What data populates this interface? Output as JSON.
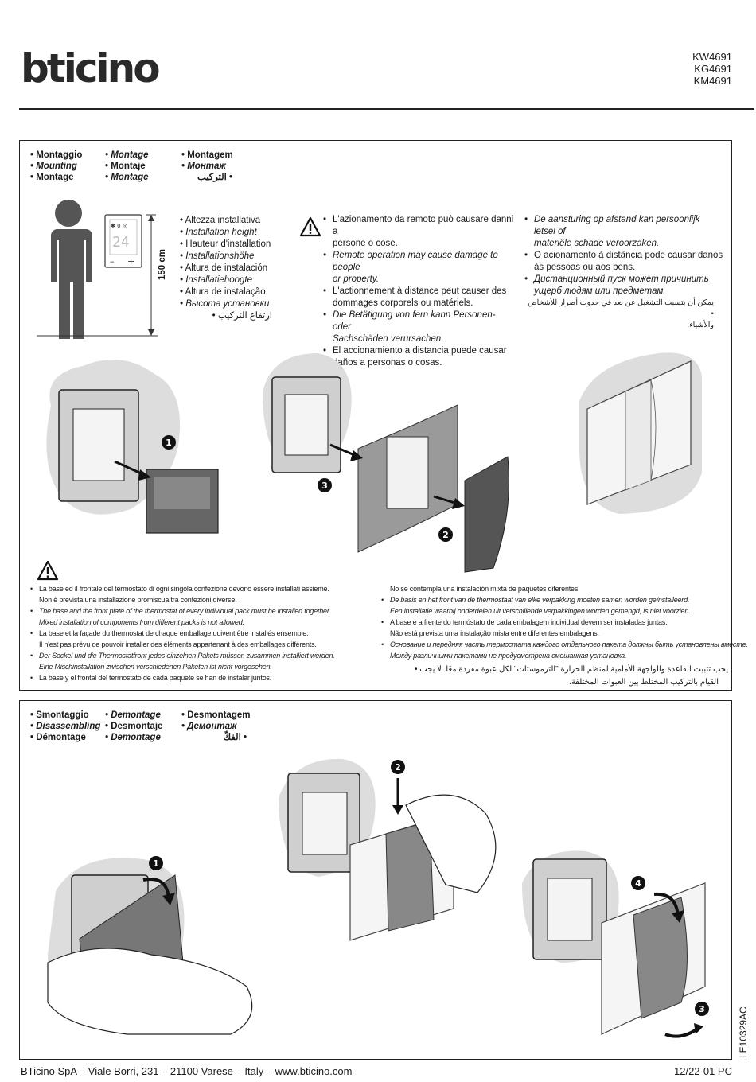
{
  "brand": {
    "logo": "bticino"
  },
  "product_codes": [
    "KW4691",
    "KG4691",
    "KM4691"
  ],
  "mounting": {
    "titles": {
      "col1": [
        "• Montaggio",
        "• Mounting",
        "• Montage"
      ],
      "col2": [
        "• Montage",
        "• Montaje",
        "• Montage"
      ],
      "col3": [
        "• Montagem",
        "• Монтаж",
        "• التركيب"
      ]
    },
    "height_label": "150 cm",
    "height_list": [
      "Altezza installativa",
      "Installation height",
      "Hauteur d'installation",
      "Installationshöhe",
      "Altura de instalación",
      "Installatiehoogte",
      "Altura de instalação",
      "Высота установки",
      "ارتفاع التركيب"
    ],
    "warning_remote_col1": [
      {
        "text": "L'azionamento da remoto può causare danni a",
        "cont": "persone o cose."
      },
      {
        "text": "Remote operation may cause damage to people",
        "cont": "or property."
      },
      {
        "text": "L'actionnement à distance peut causer des",
        "cont": "dommages corporels ou matériels."
      },
      {
        "text": "Die Betätigung von fern kann Personen- oder",
        "cont": "Sachschäden verursachen."
      },
      {
        "text": "El accionamiento a distancia puede causar",
        "cont": "daños a personas o cosas."
      }
    ],
    "warning_remote_col2": [
      {
        "text": "De aansturing op afstand kan persoonlijk letsel of",
        "cont": "materiële schade veroorzaken."
      },
      {
        "text": "O acionamento à distância pode causar danos",
        "cont": "às pessoas ou aos bens."
      },
      {
        "text": "Дистанционный пуск может причинить",
        "cont": "ущерб людям или предметам."
      },
      {
        "text": "يمكن أن يتسبب التشغيل عن بعد في حدوث أضرار للأشخاص",
        "cont": "والأشياء."
      }
    ],
    "steps": [
      "1",
      "2",
      "3"
    ],
    "notes_left": [
      {
        "text": "La base ed il frontale del termostato di ogni singola confezione devono essere installati assieme.",
        "cont": "Non è prevista una installazione promiscua tra confezioni diverse."
      },
      {
        "text": "The base and the front plate of the thermostat of every individual pack must be installed together.",
        "cont": "Mixed installation of components from different packs is not allowed."
      },
      {
        "text": "La base et la façade du thermostat de chaque emballage doivent être installés ensemble.",
        "cont": "Il n'est pas prévu de pouvoir installer des éléments appartenant à des emballages différents."
      },
      {
        "text": "Der Sockel und die Thermostatfront jedes einzelnen Pakets müssen zusammen installiert werden.",
        "cont": "Eine Mischinstallation zwischen verschiedenen Paketen ist nicht vorgesehen."
      },
      {
        "text": "La base y el frontal del termostato de cada paquete se han de instalar juntos.",
        "cont": ""
      }
    ],
    "notes_right_first": "No se contempla una instalación mixta de paquetes diferentes.",
    "notes_right": [
      {
        "text": "De basis en het front van de thermostaat van elke verpakking moeten samen worden geïnstalleerd.",
        "cont": "Een installatie waarbij onderdelen uit verschillende verpakkingen worden gemengd, is niet voorzien."
      },
      {
        "text": "A base e a frente do termóstato de cada embalagem individual devem ser instaladas juntas.",
        "cont": "Não está prevista uma instalação mista entre diferentes embalagens."
      },
      {
        "text": "Основание и передняя часть термостата каждого отдельного пакета должны быть установлены вместе.",
        "cont": "Между различными пакетами не предусмотрена смешанная установка."
      },
      {
        "text": "يجب تثبيت القاعدة والواجهة الأمامية لمنظم الحرارة \"الترموستات\" لكل عبوة مفردة معًا. لا يجب",
        "cont": "القيام بالتركيب المختلط بين العبوات المختلفة."
      }
    ]
  },
  "dismounting": {
    "titles": {
      "col1": [
        "• Smontaggio",
        "• Disassembling",
        "• Démontage"
      ],
      "col2": [
        "• Demontage",
        "• Desmontaje",
        "• Demontage"
      ],
      "col3": [
        "• Desmontagem",
        "• Демонтаж",
        "• الفكّ"
      ]
    },
    "steps": [
      "1",
      "2",
      "3",
      "4"
    ]
  },
  "footer": {
    "address": "BTicino SpA – Viale Borri, 231 – 21100 Varese – Italy – www.bticino.com",
    "date": "12/22-01 PC",
    "doc_ref": "LE10329AC"
  }
}
